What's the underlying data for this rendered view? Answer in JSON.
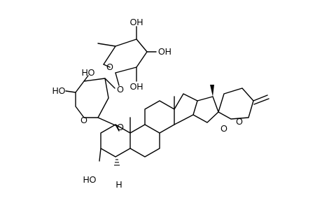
{
  "labels": {
    "oh1": "OH",
    "oh2": "OH",
    "oh3": "OH",
    "oh4": "HO",
    "oh5": "HO",
    "oh6": "HO",
    "o_rha_ring": "O",
    "o_link1": "O",
    "o_xyl_ring": "O",
    "o_link2": "O",
    "o_furan": "O",
    "o_pyran": "O",
    "h5": "H"
  }
}
